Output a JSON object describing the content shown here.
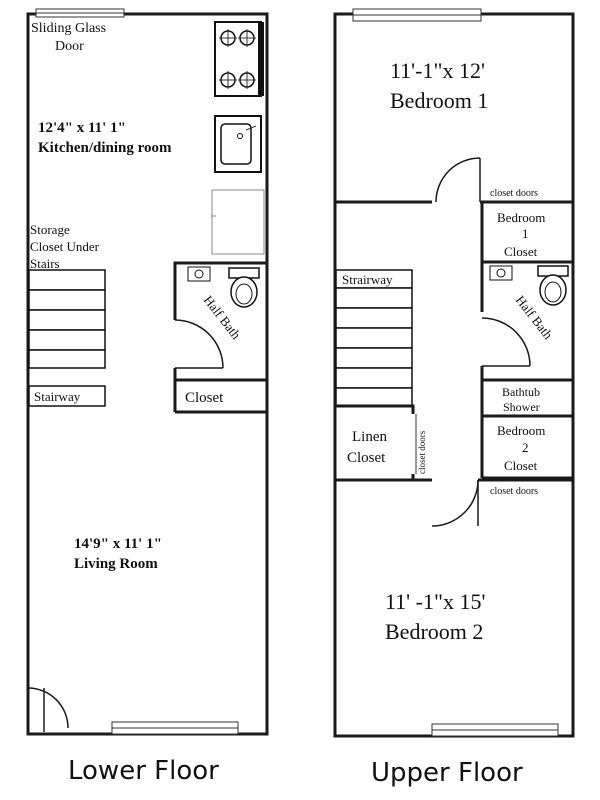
{
  "lower_floor": {
    "caption": "Lower Floor",
    "sliding_door_label": [
      "Sliding Glass",
      "Door"
    ],
    "kitchen_label": [
      "12'4\" x 11' 1\"",
      "Kitchen/dining room"
    ],
    "storage_label": [
      "Storage",
      "Closet Under",
      "Stairs"
    ],
    "half_bath_label": "Half Bath",
    "closet_label": "Closet",
    "stairway_label": "Stairway",
    "living_label": [
      "14'9\" x 11' 1\"",
      "Living Room"
    ]
  },
  "upper_floor": {
    "caption": "Upper Floor",
    "bedroom1_label": [
      "11'-1\"x 12'",
      "Bedroom 1"
    ],
    "closet_doors_top": "closet doors",
    "bedroom1_closet_label": [
      "Bedroom",
      "1",
      "Closet"
    ],
    "stairway_label": "Strairway",
    "half_bath_label": "Half Bath",
    "bathtub_label": [
      "Bathtub",
      "Shower"
    ],
    "linen_label": [
      "Linen",
      "Closet"
    ],
    "closet_doors_side": "closet doors",
    "bedroom2_closet_label": [
      "Bedroom",
      "2",
      "Closet"
    ],
    "closet_doors_bottom": "closet doors",
    "bedroom2_label": [
      "11' -1\"x 15'",
      "Bedroom 2"
    ]
  }
}
